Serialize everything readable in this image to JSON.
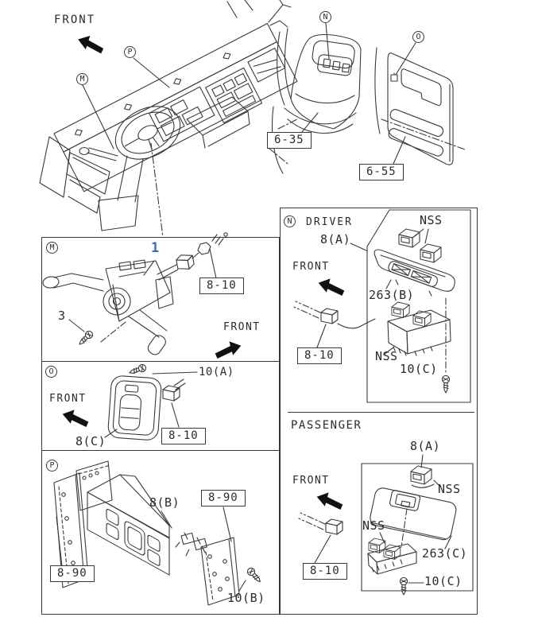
{
  "colors": {
    "line": "#3a3a3a",
    "text": "#2b2b2b",
    "highlight_blue": "#3e6cc0",
    "background": "#ffffff"
  },
  "overview": {
    "front_label": "FRONT",
    "callouts": {
      "m": "M",
      "p": "P",
      "n": "N",
      "o": "O"
    },
    "section_refs": {
      "lower_dash": "6-35",
      "door_trim": "6-55"
    }
  },
  "panel_m": {
    "callout": "M",
    "highlighted_item_no": "1",
    "screw_item_no": "3",
    "section_ref": "8-10",
    "front_label": "FRONT"
  },
  "panel_o": {
    "callout": "O",
    "front_label": "FRONT",
    "screw_label": "10(A)",
    "section_ref": "8-10",
    "switch_label": "8(C)"
  },
  "panel_p": {
    "callout": "P",
    "panel_label": "8(B)",
    "section_ref_right": "8-90",
    "section_ref_left": "8-90",
    "screw_label": "10(B)"
  },
  "driver_section": {
    "callout": "N",
    "title": "DRIVER",
    "bezel_asm_label": "8(A)",
    "nss_upper": "NSS",
    "front_label": "FRONT",
    "bezel_label": "263(B)",
    "section_ref": "8-10",
    "nss_lower": "NSS",
    "screw_label": "10(C)"
  },
  "passenger_section": {
    "title": "PASSENGER",
    "bezel_asm_label": "8(A)",
    "front_label": "FRONT",
    "nss_switch": "NSS",
    "nss_unit": "NSS",
    "section_ref": "8-10",
    "bezel_label": "263(C)",
    "screw_label": "10(C)"
  }
}
